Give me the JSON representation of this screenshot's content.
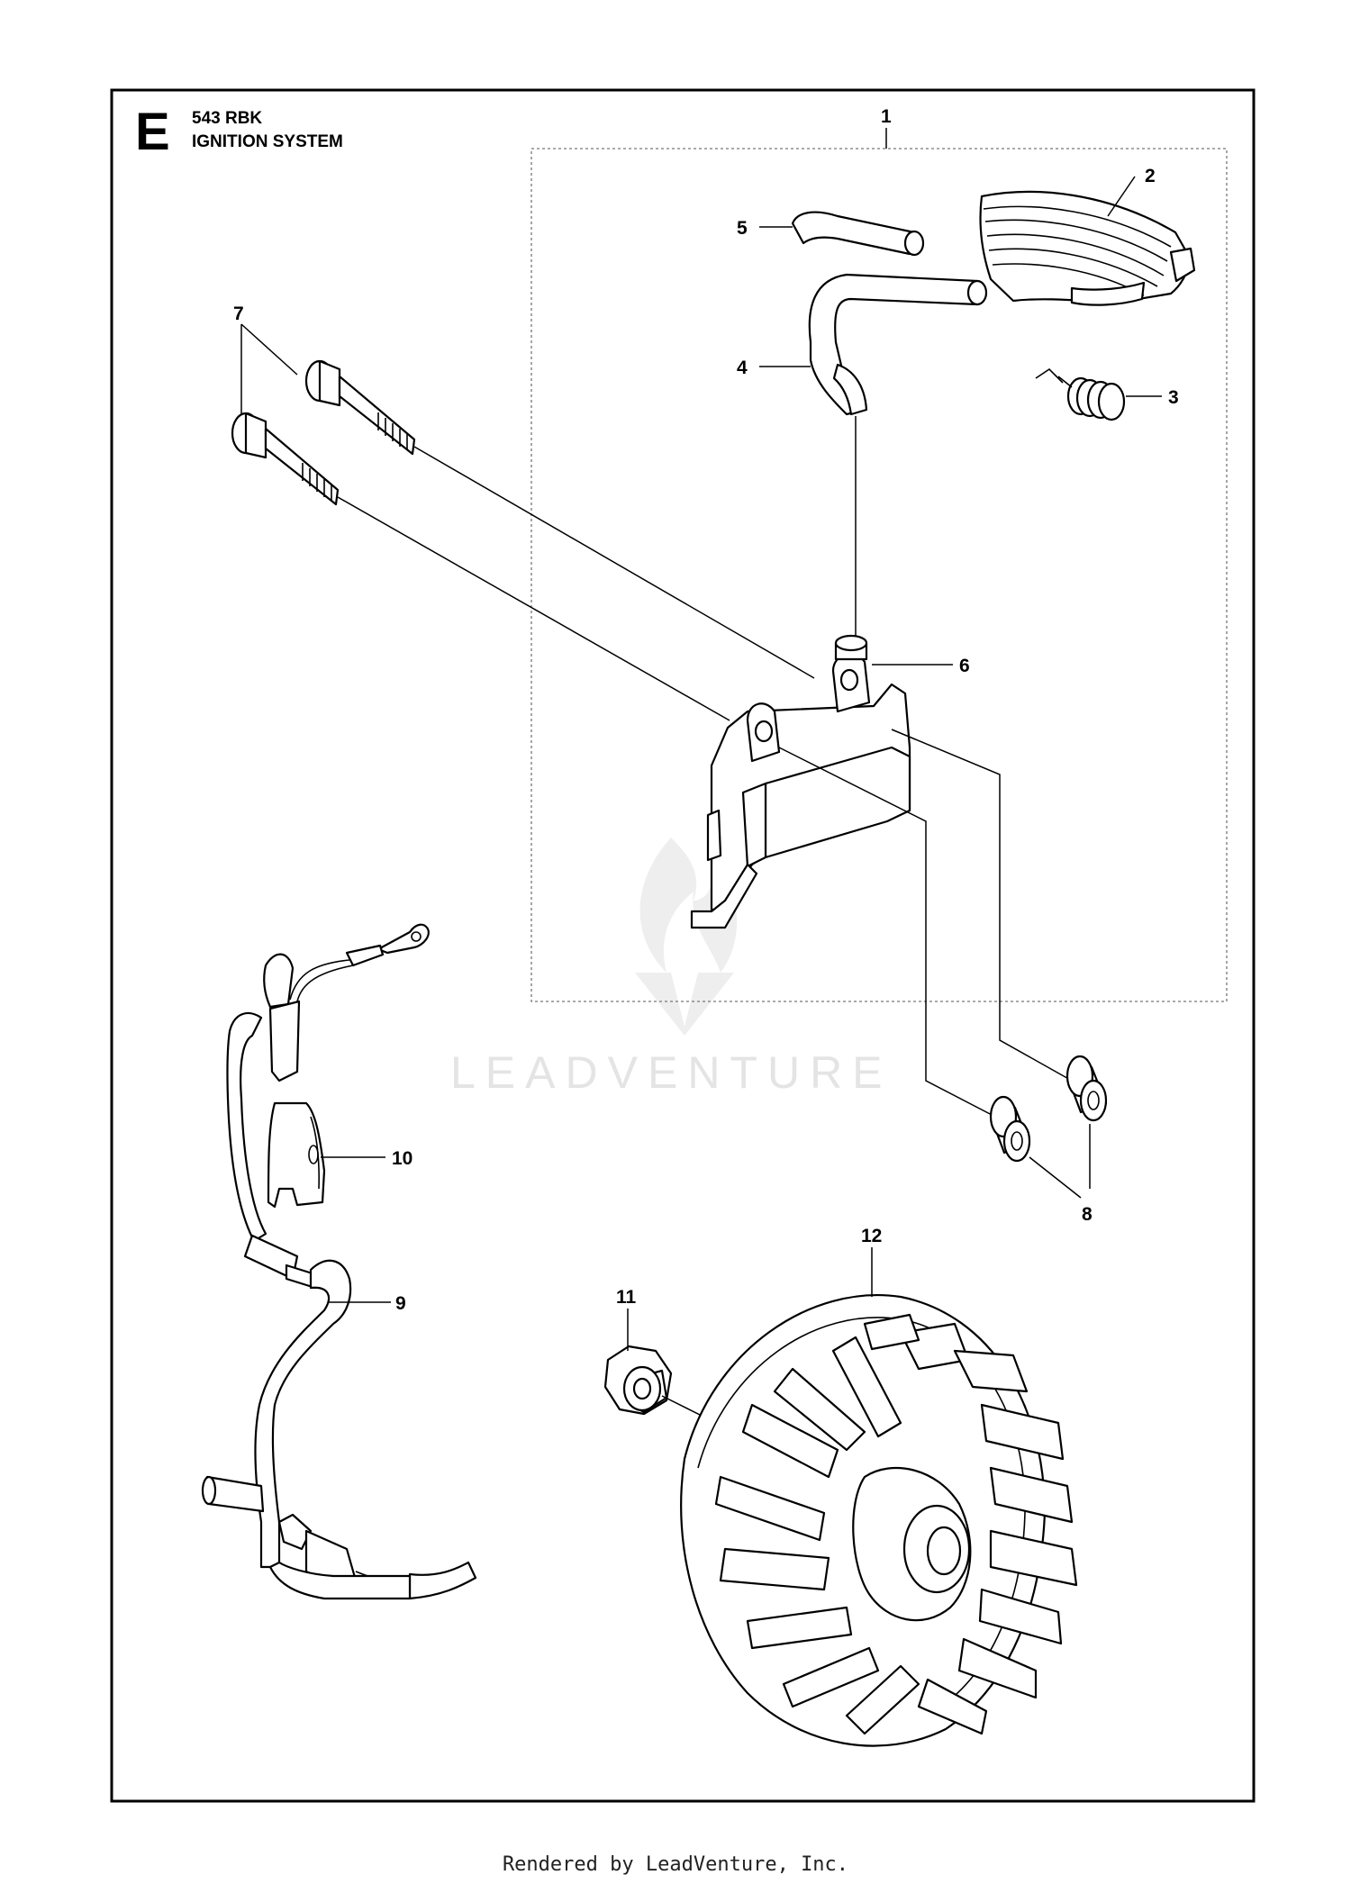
{
  "header": {
    "section_letter": "E",
    "model": "543 RBK",
    "title": "IGNITION SYSTEM"
  },
  "callouts": [
    "1",
    "2",
    "3",
    "4",
    "5",
    "6",
    "7",
    "8",
    "9",
    "10",
    "11",
    "12"
  ],
  "watermark": {
    "text": "LEADVENTURE"
  },
  "footer": {
    "text": "Rendered by LeadVenture, Inc."
  }
}
